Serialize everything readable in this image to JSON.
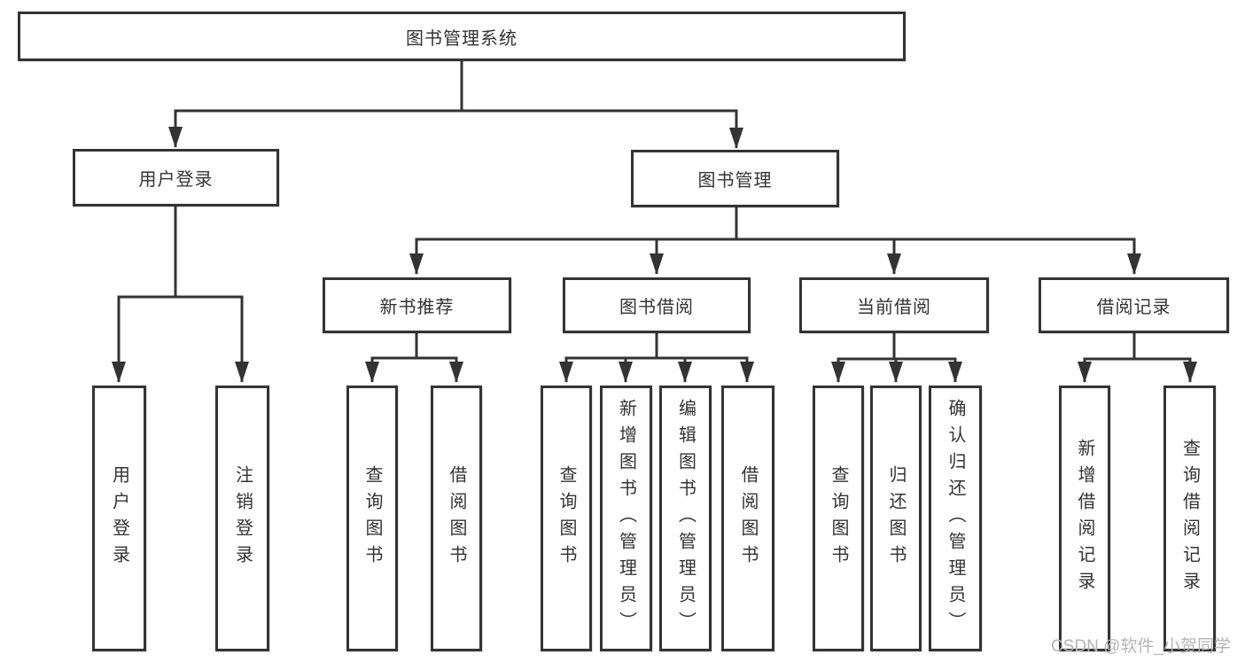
{
  "colors": {
    "line": "#333333",
    "box_border": "#343434",
    "text": "#333333",
    "watermark": "#b5b5b5",
    "background": "#ffffff"
  },
  "diagram": {
    "root_label": "图书管理系统",
    "children": [
      {
        "label": "用户登录",
        "children": [
          {
            "label": "用户登录"
          },
          {
            "label": "注销登录"
          }
        ]
      },
      {
        "label": "图书管理",
        "children": [
          {
            "label": "新书推荐",
            "children": [
              {
                "label": "查询图书"
              },
              {
                "label": "借阅图书"
              }
            ]
          },
          {
            "label": "图书借阅",
            "children": [
              {
                "label": "查询图书"
              },
              {
                "label": "新增图书（管理员）"
              },
              {
                "label": "编辑图书（管理员）"
              },
              {
                "label": "借阅图书"
              }
            ]
          },
          {
            "label": "当前借阅",
            "children": [
              {
                "label": "查询图书"
              },
              {
                "label": "归还图书"
              },
              {
                "label": "确认归还（管理员）"
              }
            ]
          },
          {
            "label": "借阅记录",
            "children": [
              {
                "label": "新增借阅记录"
              },
              {
                "label": "查询借阅记录"
              }
            ]
          }
        ]
      }
    ]
  },
  "watermark": {
    "text": "CSDN @软件_小贺同学"
  }
}
